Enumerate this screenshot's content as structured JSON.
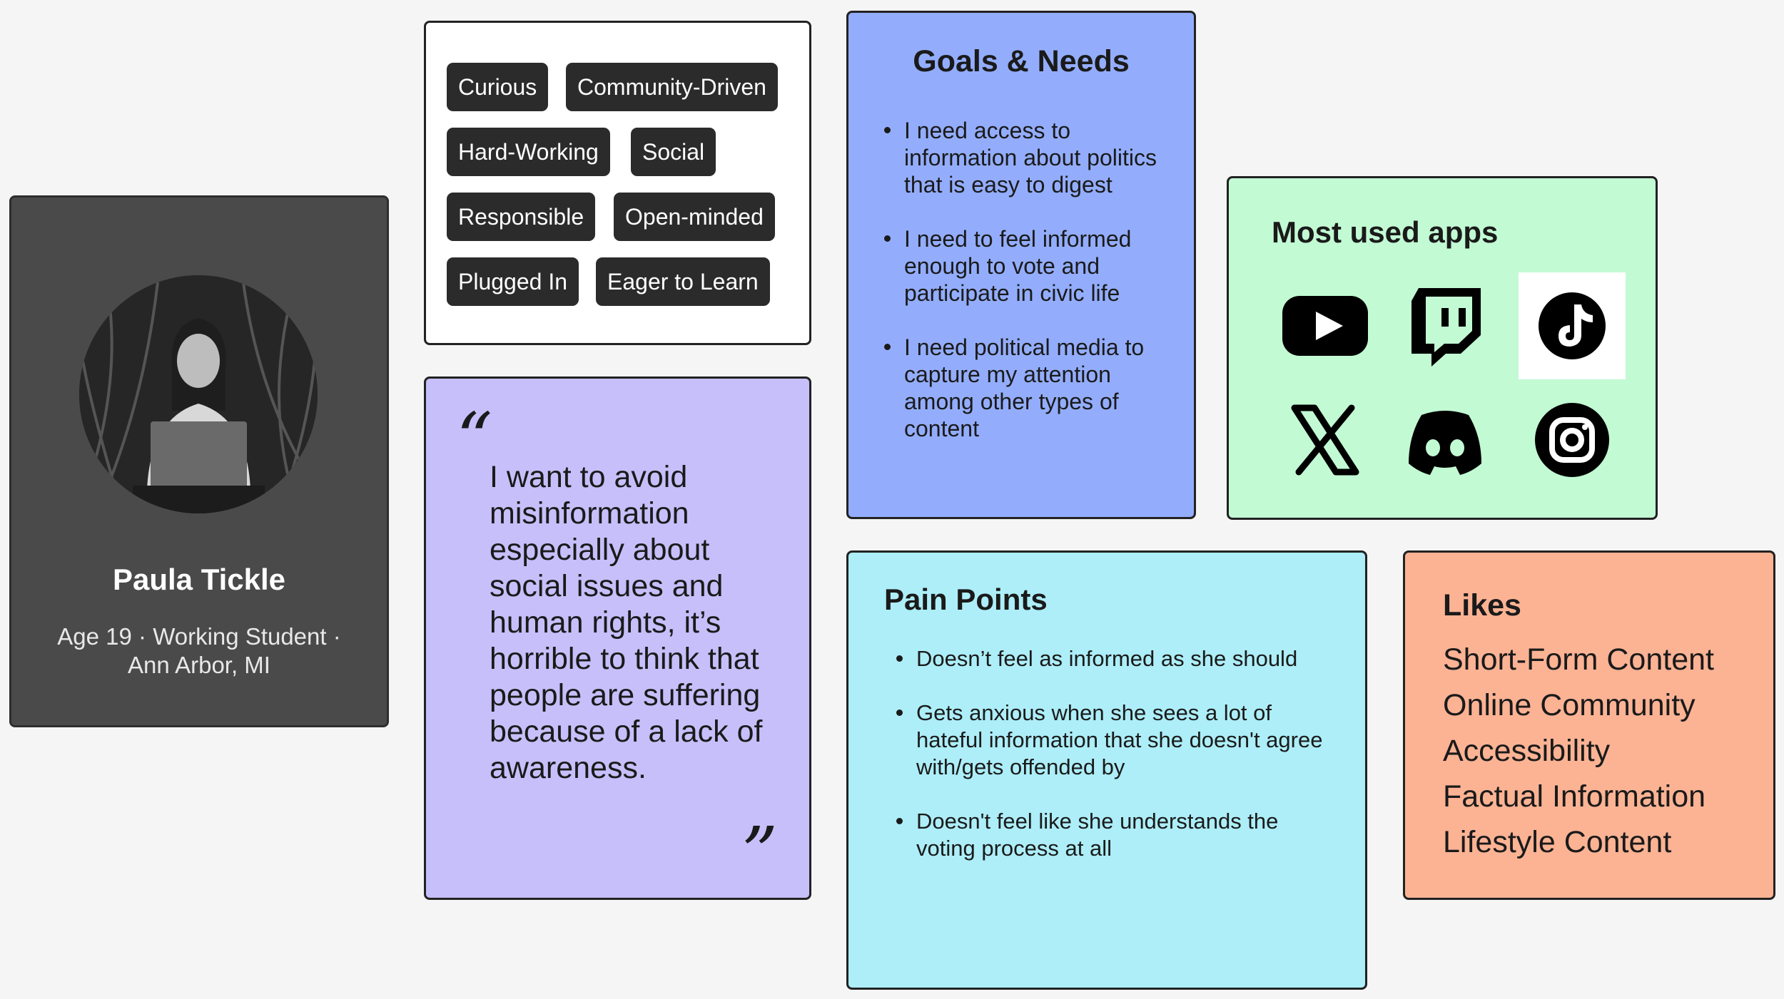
{
  "profile": {
    "name": "Paula Tickle",
    "meta_line1": "Age 19 · Working Student ·",
    "meta_line2": "Ann Arbor, MI"
  },
  "traits": [
    "Curious",
    "Community-Driven",
    "Hard-Working",
    "Social",
    "Responsible",
    "Open-minded",
    "Plugged In",
    "Eager to Learn"
  ],
  "quote": {
    "open_mark": "“",
    "close_mark": "”",
    "text": "I want to avoid misinformation especially about social issues and human rights, it’s horrible to think that people are suffering because of a lack of awareness."
  },
  "goals": {
    "title": "Goals & Needs",
    "items": [
      "I need access to information about politics that is easy to digest",
      "I need to feel informed enough to vote and participate in civic life",
      "I need political media to capture my attention among other types of content"
    ]
  },
  "apps": {
    "title": "Most used apps",
    "icons": [
      "youtube-icon",
      "twitch-icon",
      "tiktok-icon",
      "x-icon",
      "discord-icon",
      "instagram-icon"
    ]
  },
  "pain_points": {
    "title": "Pain Points",
    "items": [
      "Doesn’t feel as informed as she should",
      "Gets anxious when she sees a lot of hateful information that she doesn't agree with/gets offended by",
      "Doesn't feel like she understands the voting process at all"
    ]
  },
  "likes": {
    "title": "Likes",
    "items": [
      "Short-Form Content",
      "Online Community",
      "Accessibility",
      "Factual Information",
      "Lifestyle Content"
    ]
  },
  "colors": {
    "background": "#f5f5f5",
    "profile_card": "#4a4a4a",
    "traits_card": "#ffffff",
    "trait_chip": "#2b2b2b",
    "quote_card": "#c7bffa",
    "goals_card": "#93adfc",
    "apps_card": "#c2fad4",
    "pain_card": "#adeef8",
    "likes_card": "#fbb394"
  }
}
